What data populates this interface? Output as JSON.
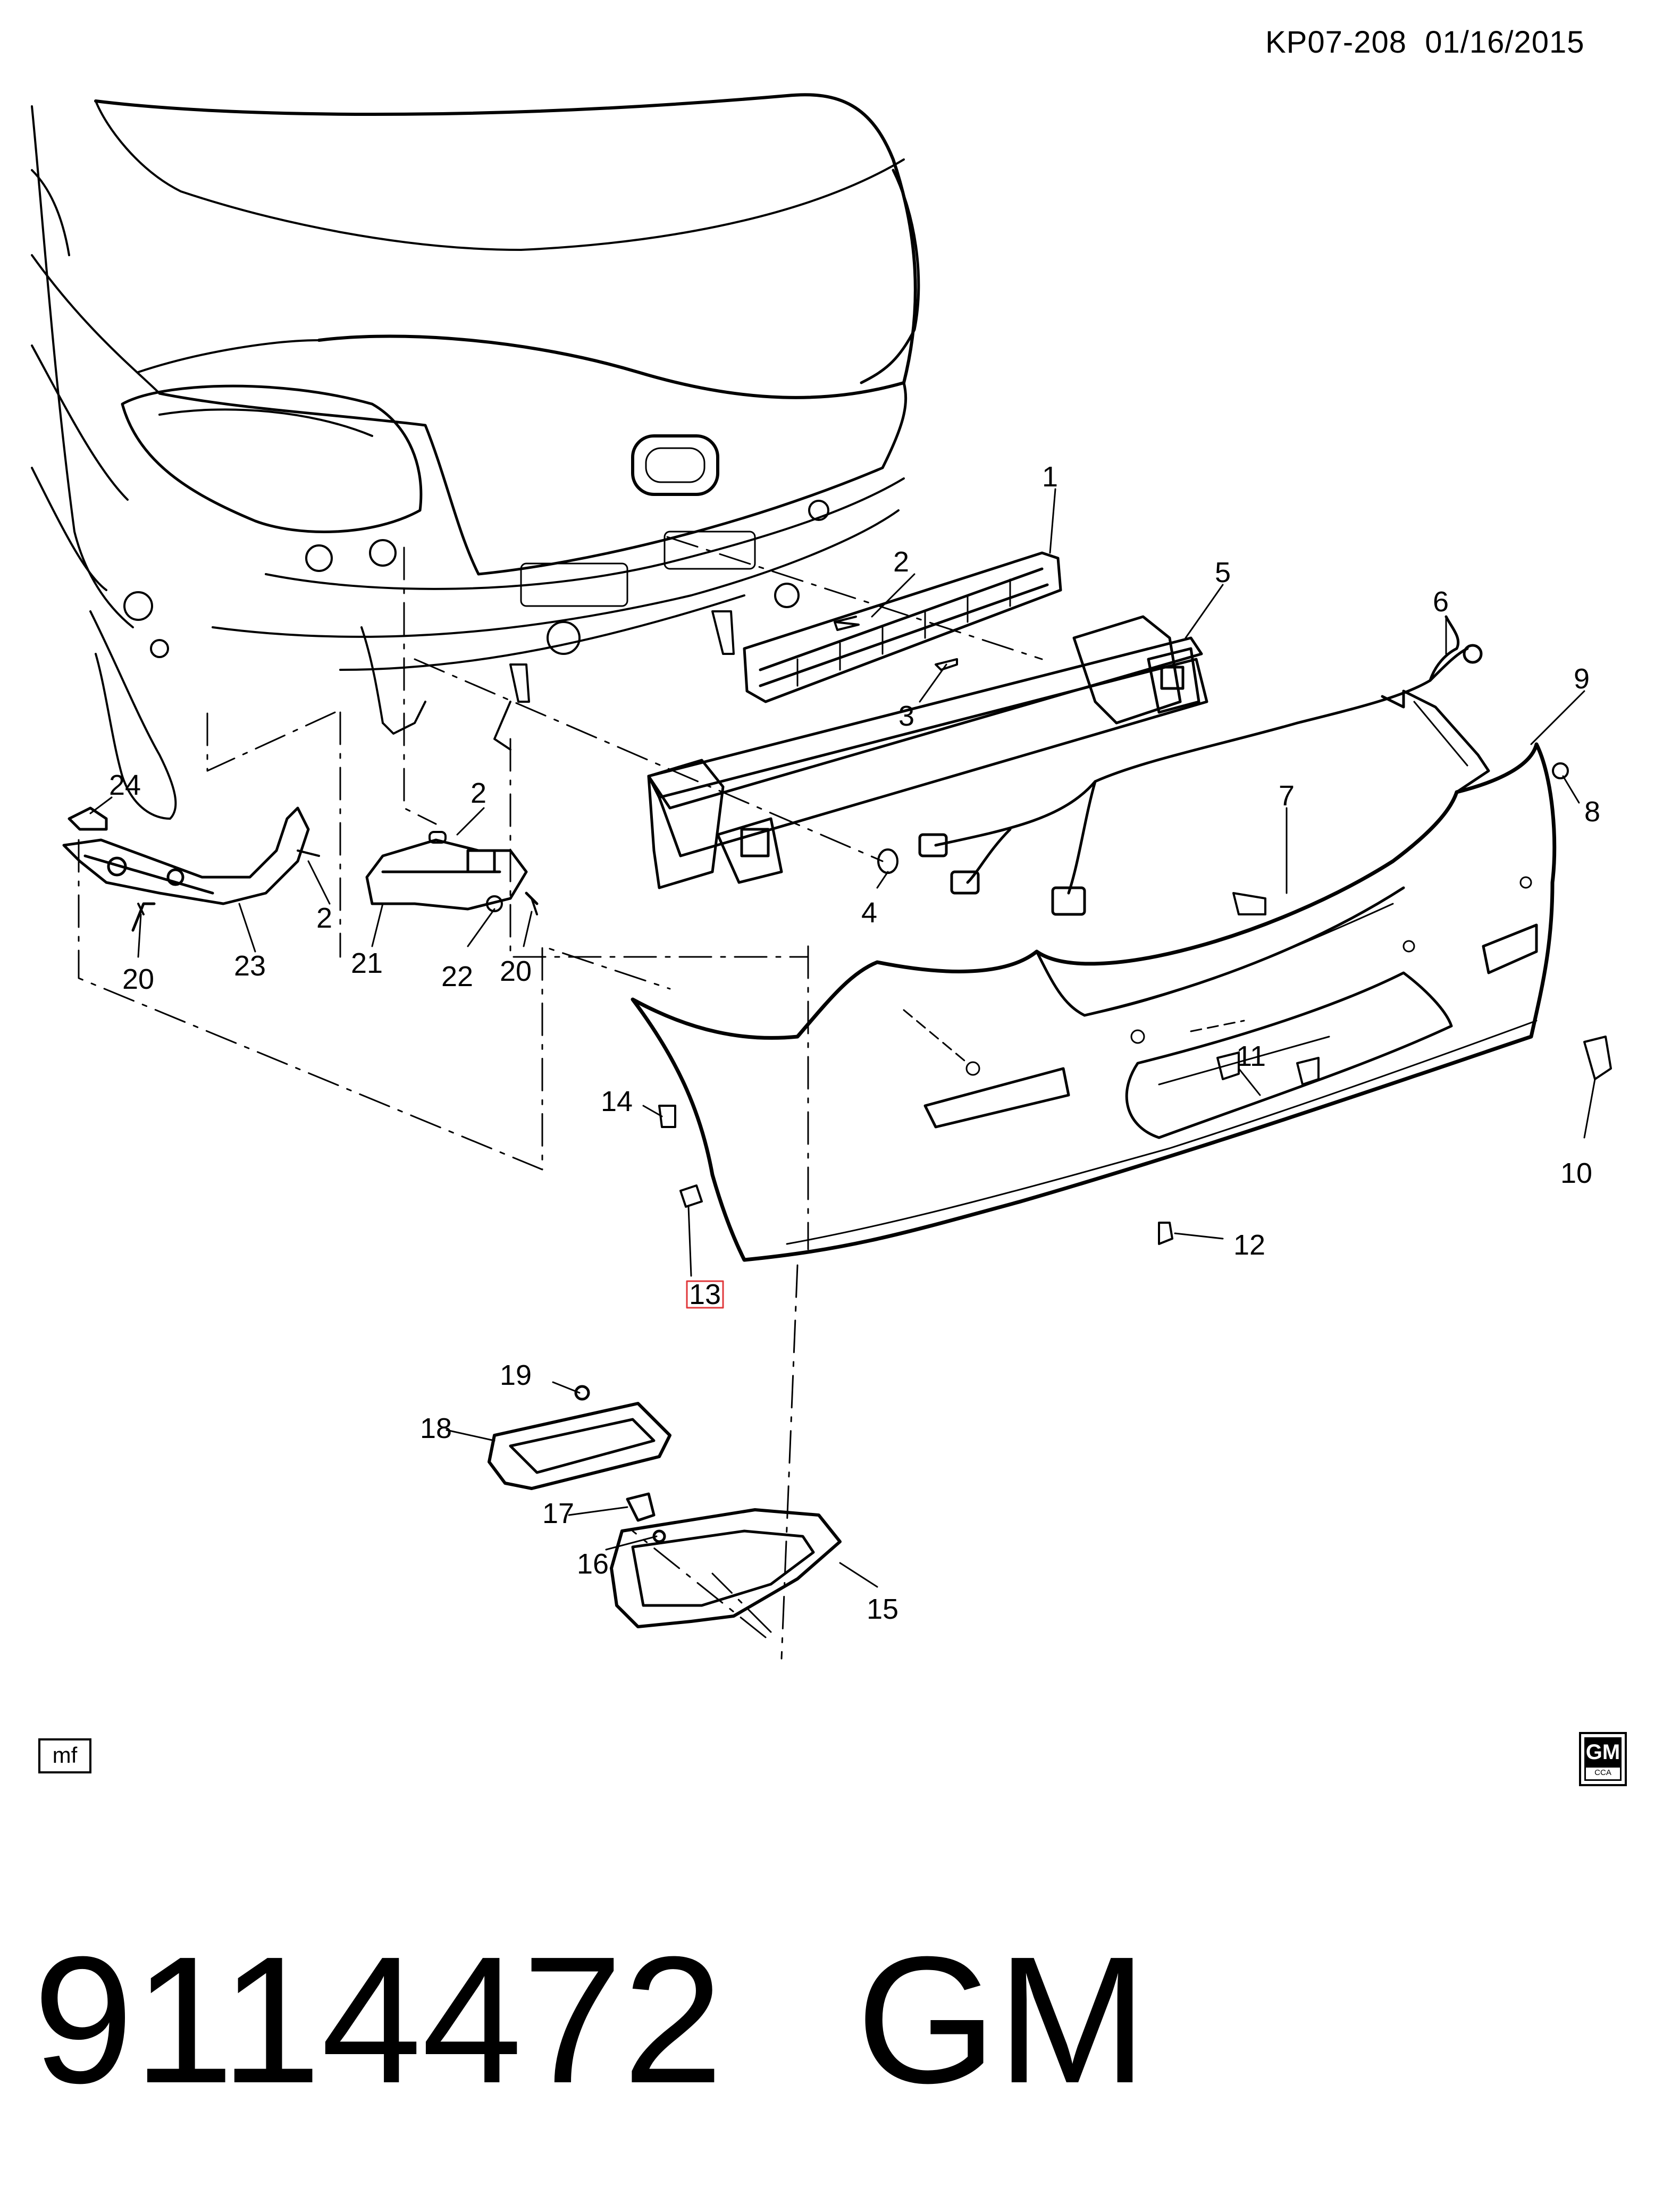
{
  "header": {
    "doc_id": "KP07-208",
    "date": "01/16/2015"
  },
  "callouts": {
    "c1": "1",
    "c2a": "2",
    "c2b": "2",
    "c2c": "2",
    "c3": "3",
    "c4": "4",
    "c5": "5",
    "c6": "6",
    "c7": "7",
    "c8": "8",
    "c9": "9",
    "c10": "10",
    "c11": "11",
    "c12": "12",
    "c13": "13",
    "c14": "14",
    "c15": "15",
    "c16": "16",
    "c17": "17",
    "c18": "18",
    "c19": "19",
    "c20a": "20",
    "c20b": "20",
    "c21": "21",
    "c22": "22",
    "c23": "23",
    "c24": "24"
  },
  "highlight_color": "#e0383b",
  "mf_label": "mf",
  "logo": {
    "brand": "GM",
    "sub": "CCA"
  },
  "footer": {
    "part_number": "9114472",
    "brand": "GM"
  }
}
